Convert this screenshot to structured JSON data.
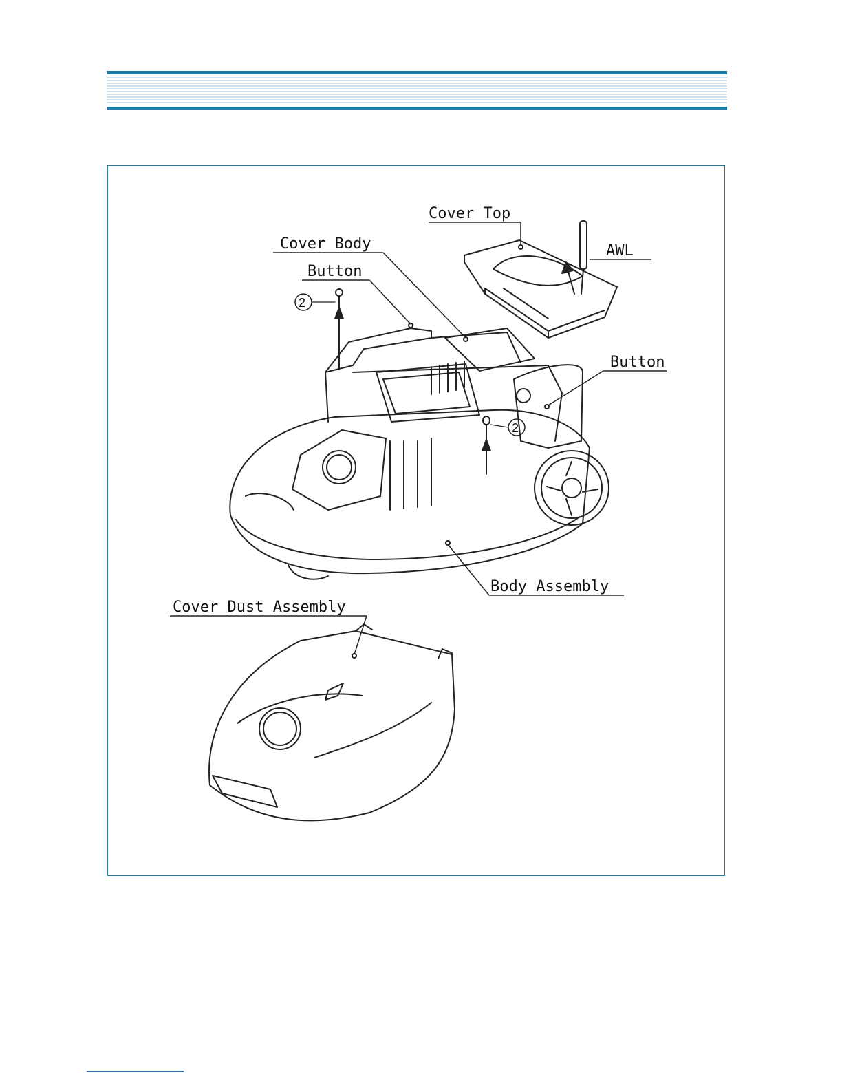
{
  "header": {
    "accent_color": "#1d7aa5",
    "stripe_color": "#8fbad0"
  },
  "figure": {
    "border_color": "#2d7896",
    "callouts": {
      "cover_top": "Cover Top",
      "awl": "AWL",
      "cover_body": "Cover Body",
      "button_left": "Button",
      "button_right": "Button",
      "screw_left": "2",
      "screw_right": "2",
      "body_assembly": "Body Assembly",
      "cover_dust_assembly": "Cover Dust Assembly"
    }
  },
  "footer": {
    "rule_color": "#3a6fb5"
  }
}
